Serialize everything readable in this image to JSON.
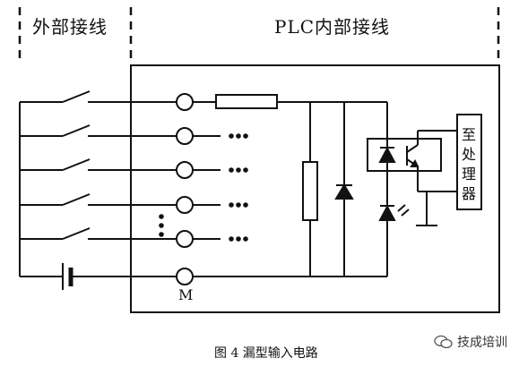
{
  "headers": {
    "external_wiring": "外部接线",
    "plc_internal_wiring": "PLC内部接线"
  },
  "processor_label": [
    "至",
    "处",
    "理",
    "器"
  ],
  "common_terminal_label": "M",
  "caption": "图 4  漏型输入电路",
  "watermark": "技成培训",
  "switch_count": 5,
  "terminal_count": 6
}
